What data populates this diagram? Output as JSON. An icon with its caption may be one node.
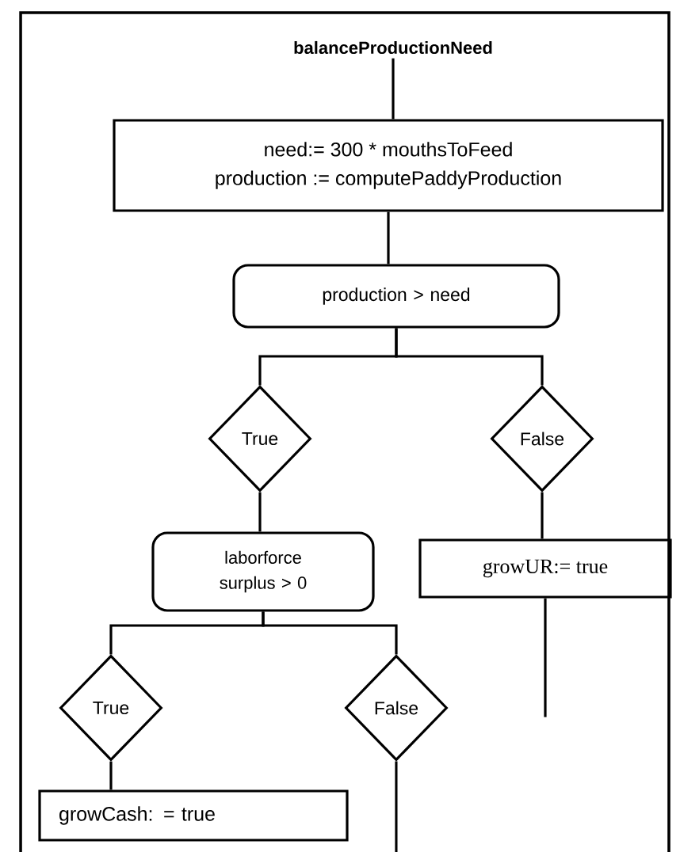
{
  "diagram": {
    "nodes": [
      {
        "text": [
          "balanceProductionNeed"
        ]
      },
      {
        "text": [
          "need:= 300 * mouthsToFeed",
          "production := computePaddyProduction"
        ]
      },
      {
        "text": [
          "production > need"
        ]
      },
      {
        "text": [
          "True"
        ]
      },
      {
        "text": [
          "False"
        ]
      },
      {
        "text": [
          "laborforce surplus > 0"
        ]
      },
      {
        "text": [
          "growUR:= true"
        ]
      },
      {
        "text": [
          "True"
        ]
      },
      {
        "text": [
          "False"
        ]
      },
      {
        "text": [
          "growCash: = true"
        ]
      }
    ],
    "edges": [
      {
        "from": 0,
        "to": 1,
        "arrow": "none"
      },
      {
        "from": 1,
        "to": 2,
        "arrow": "none"
      },
      {
        "from": 2,
        "to": 3,
        "arrow": "none"
      },
      {
        "from": 2,
        "to": 4,
        "arrow": "none"
      },
      {
        "from": 3,
        "to": 5,
        "arrow": "none"
      },
      {
        "from": 4,
        "to": 6,
        "arrow": "none"
      },
      {
        "from": 5,
        "to": 7,
        "arrow": "none"
      },
      {
        "from": 5,
        "to": 8,
        "arrow": "none"
      },
      {
        "from": 7,
        "to": 9,
        "arrow": "none"
      },
      {
        "from": 6,
        "to": null,
        "arrow": "none"
      },
      {
        "from": 8,
        "to": null,
        "arrow": "none"
      }
    ]
  }
}
